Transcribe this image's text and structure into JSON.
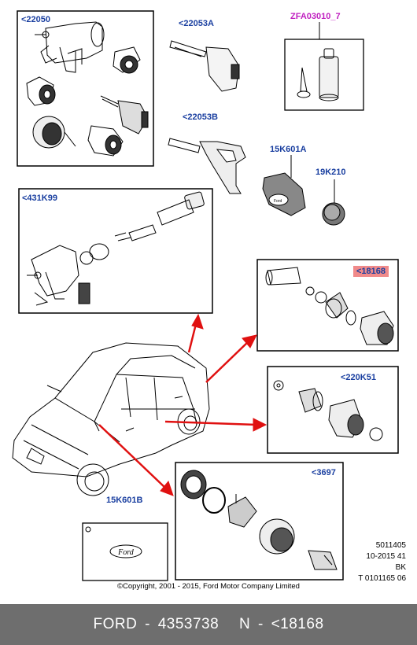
{
  "labels": {
    "p22050": "<22050",
    "p22053A": "<22053A",
    "zfa": "ZFA03010_7",
    "p22053B": "<22053B",
    "p15K601A": "15K601A",
    "p19K210": "19K210",
    "p431K99": "<431K99",
    "p18168": "<18168",
    "p220K51": "<220K51",
    "p3697": "<3697",
    "p15K601B": "15K601B"
  },
  "card_logo": "Ford",
  "meta": [
    "5011405",
    "10-2015 41",
    "BK",
    "T 0101165 06"
  ],
  "copyright": "©Copyright, 2001 - 2015, Ford Motor Company Limited",
  "footer": {
    "brand": "FORD",
    "sep1": "-",
    "part_number": "4353738",
    "code": "N",
    "sep2": "-",
    "part_ref": "<18168"
  },
  "colors": {
    "label_blue": "#1a3fa0",
    "label_pink": "#c020c0",
    "highlight": "#f08a8a",
    "arrow_red": "#e01010",
    "footer_bg": "#6e6e6e"
  }
}
